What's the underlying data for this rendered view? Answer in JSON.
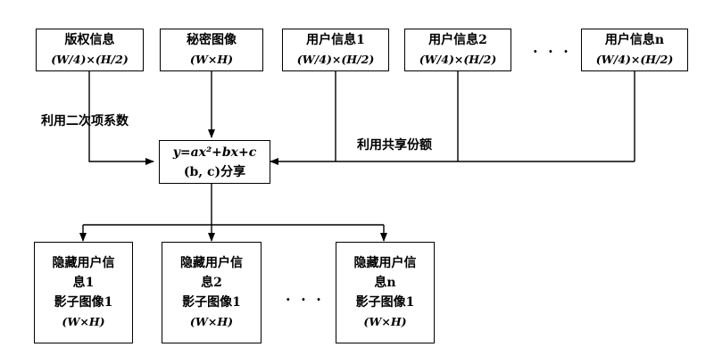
{
  "top_boxes": [
    {
      "line1": "版权信息",
      "line2": "(W/4)×(H/2)"
    },
    {
      "line1": "秘密图像",
      "line2": "(W×H)"
    },
    {
      "line1": "用户信息1",
      "line2": "(W/4)×(H/2)"
    },
    {
      "line1": "用户信息2",
      "line2": "(W/4)×(H/2)"
    },
    {
      "line1": "用户信息n",
      "line2": "(W/4)×(H/2)"
    }
  ],
  "top_ellipsis": "· · ·",
  "center_box": {
    "line1": "y=ax²+bx+c",
    "line2": "(b, c)分享"
  },
  "edge_labels": {
    "left": "利用二次项系数",
    "right": "利用共享份额"
  },
  "bottom_boxes": [
    {
      "line1": "隐藏用户信",
      "line2": "息1",
      "line3": "影子图像1",
      "line4": "(W×H)"
    },
    {
      "line1": "隐藏用户信",
      "line2": "息2",
      "line3": "影子图像1",
      "line4": "(W×H)"
    },
    {
      "line1": "隐藏用户信",
      "line2": "息n",
      "line3": "影子图像1",
      "line4": "(W×H)"
    }
  ],
  "bottom_ellipsis": "· · ·"
}
